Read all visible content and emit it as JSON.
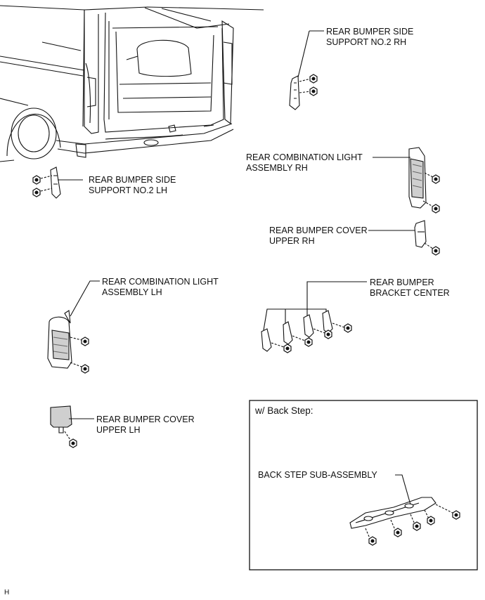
{
  "labels": {
    "side_support_rh": [
      "REAR BUMPER SIDE",
      "SUPPORT NO.2 RH"
    ],
    "side_support_lh": [
      "REAR BUMPER SIDE",
      "SUPPORT NO.2 LH"
    ],
    "combo_light_rh": [
      "REAR COMBINATION LIGHT",
      "ASSEMBLY RH"
    ],
    "cover_upper_rh": [
      "REAR BUMPER COVER",
      "UPPER RH"
    ],
    "combo_light_lh": [
      "REAR COMBINATION LIGHT",
      "ASSEMBLY LH"
    ],
    "bracket_center": [
      "REAR BUMPER",
      "BRACKET CENTER"
    ],
    "cover_upper_lh": [
      "REAR BUMPER COVER",
      "UPPER LH"
    ],
    "back_step": "BACK STEP SUB-ASSEMBLY"
  },
  "inset": {
    "title": "w/ Back Step:"
  },
  "corner_code": "H",
  "colors": {
    "line": "#111111",
    "shade": "#9a9a9a",
    "background": "#ffffff"
  }
}
